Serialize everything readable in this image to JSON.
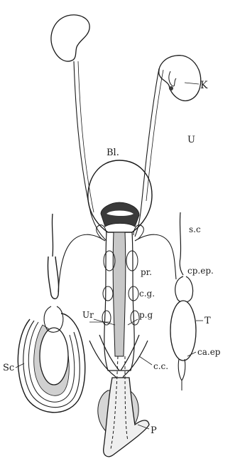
{
  "labels": {
    "kidney": "K",
    "ureter": "U",
    "bladder": "Bl.",
    "seminal_cord": "s.c",
    "prostate": "pr.",
    "caput_epididymis": "cp.ep.",
    "cowpers_gland": "c.g.",
    "urethra": "Ur",
    "prostate_gland": "p.g",
    "testis": "T",
    "cauda_epididymis": "ca.ep",
    "scrotum": "Sc",
    "corpus_cavernosum": "c.c.",
    "penis": "P"
  },
  "colors": {
    "ink": "#1a1a1a",
    "paper": "#ffffff",
    "shade": "#d0d0d0",
    "dark": "#3a3a3a"
  }
}
